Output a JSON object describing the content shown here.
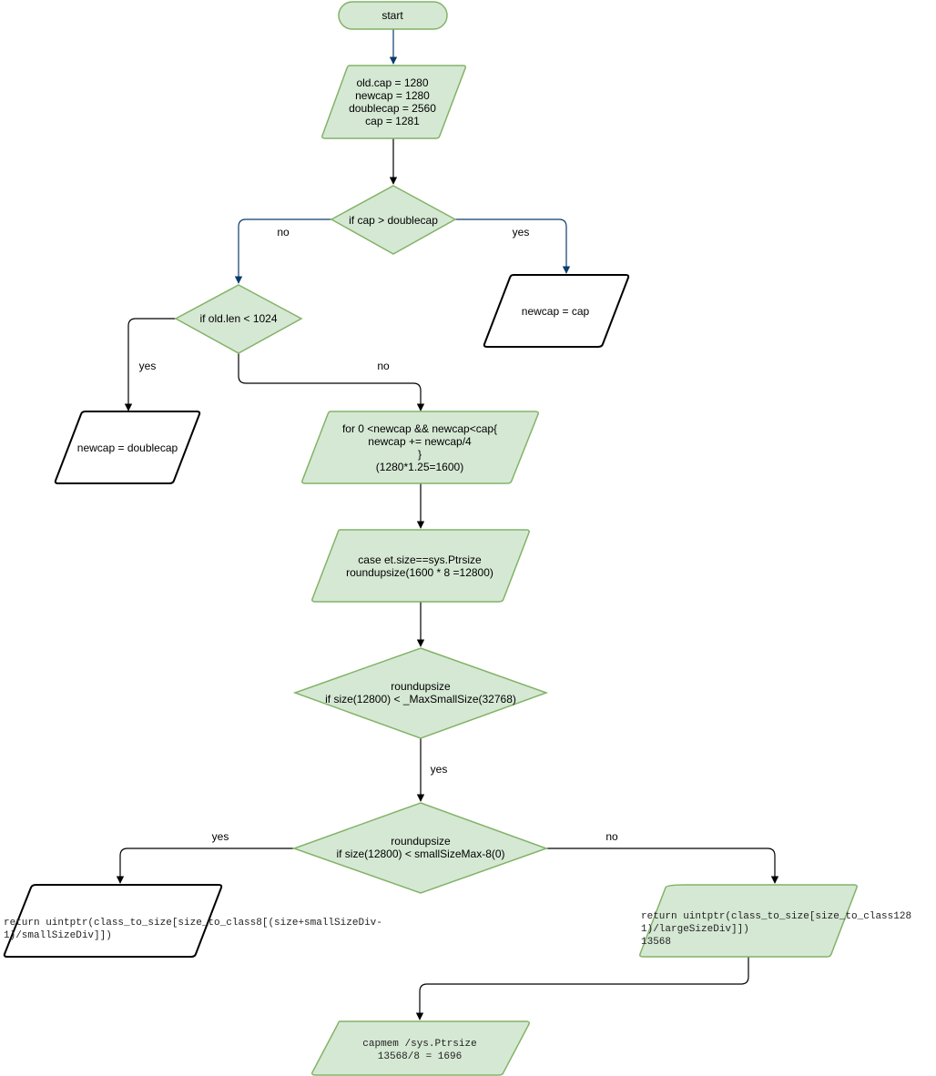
{
  "flowchart": {
    "start": "start",
    "init": [
      "old.cap = 1280",
      "newcap = 1280",
      "doublecap = 2560",
      "cap = 1281"
    ],
    "cond_cap_gt_doublecap": "if cap > doublecap",
    "label_no_1": "no",
    "label_yes_1": "yes",
    "assign_newcap_cap": "newcap = cap",
    "cond_oldlen_lt_1024": "if old.len < 1024",
    "label_yes_2": "yes",
    "label_no_2": "no",
    "assign_newcap_doublecap": "newcap = doublecap",
    "loop": [
      "for 0 <newcap && newcap<cap{",
      "newcap += newcap/4",
      "}",
      "(1280*1.25=1600)"
    ],
    "case_ptrsize": [
      "case et.size==sys.Ptrsize",
      "roundupsize(1600 * 8 =12800)"
    ],
    "cond_max_small": [
      "roundupsize",
      "if size(12800) < _MaxSmallSize(32768)"
    ],
    "label_yes_3": "yes",
    "cond_small_minus": [
      "roundupsize",
      "if size(12800) < smallSizeMax-8(0)"
    ],
    "label_yes_4": "yes",
    "label_no_4": "no",
    "return_small": [
      "return uintptr(class_to_size[size_to_class8[(size+smallSizeDiv-",
      "1)/smallSizeDiv]])"
    ],
    "return_large": [
      "return uintptr(class_to_size[size_to_class128",
      "1)/largeSizeDiv]])",
      "13568"
    ],
    "capmem": [
      "capmem /sys.Ptrsize",
      "13568/8 = 1696"
    ]
  },
  "colors": {
    "node_fill": "#d5e8d4",
    "node_stroke": "#82b366",
    "edge_blue": "#0a3b6e",
    "edge_black": "#000000"
  }
}
